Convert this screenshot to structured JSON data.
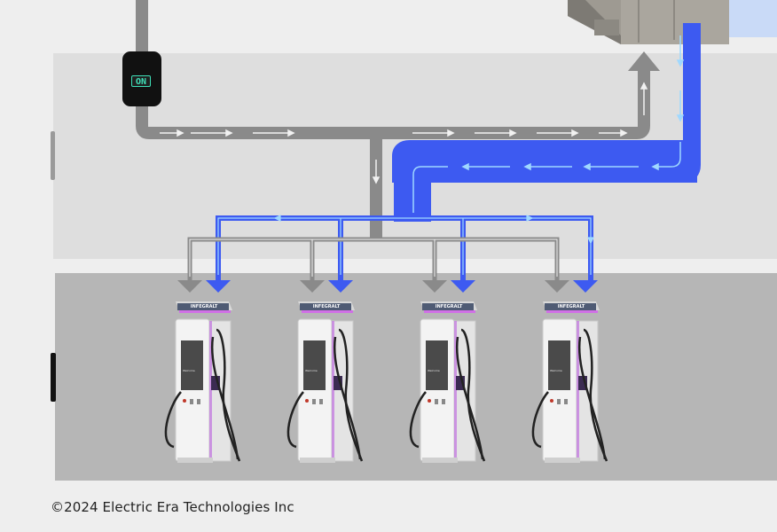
{
  "power_switch": {
    "label": "ON"
  },
  "dispensers": [
    {
      "brand": "INFEGRALT",
      "screen_text": "Welcome"
    },
    {
      "brand": "INFEGRALT",
      "screen_text": "Welcome"
    },
    {
      "brand": "INFEGRALT",
      "screen_text": "Welcome"
    },
    {
      "brand": "INFEGRALT",
      "screen_text": "Welcome"
    }
  ],
  "footer": {
    "copyright": "©2024  Electric Era Technologies Inc"
  },
  "colors": {
    "grid_power": "#8a8a8a",
    "battery_power": "#3d5af1",
    "arrow_light_blue": "#9fd8ff",
    "switch_text": "#3fe0b8",
    "lot_dark": "#b5b5b5",
    "lot_light": "#dcdcdc"
  }
}
